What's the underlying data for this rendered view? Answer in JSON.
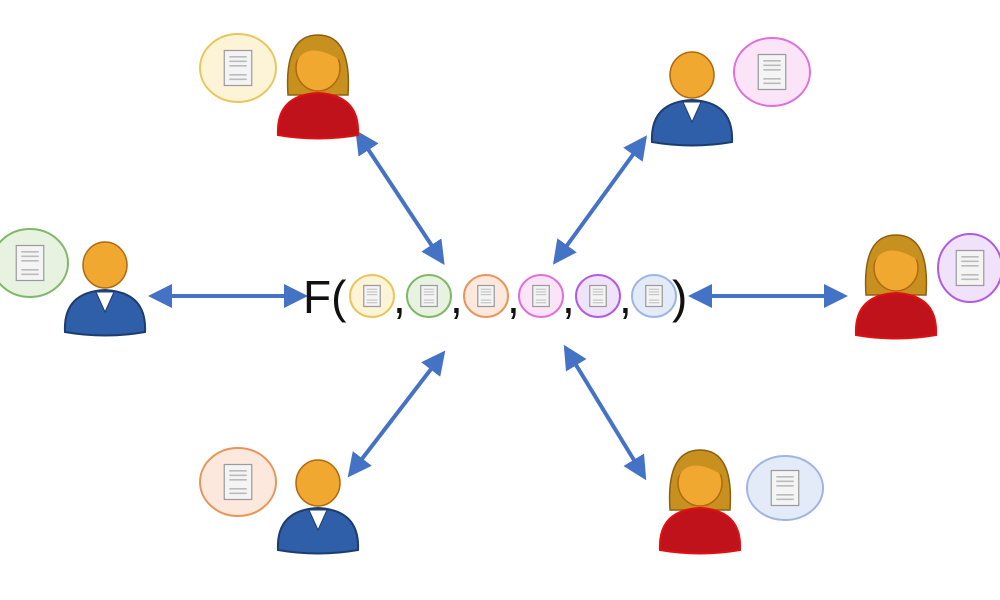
{
  "formula": {
    "function_label": "F(",
    "close_paren": ")",
    "separator": ",",
    "argument_colors": [
      "#e8c75a",
      "#7fb866",
      "#e8955a",
      "#e070d8",
      "#b05ae8",
      "#9fb4e4"
    ]
  },
  "participants": [
    {
      "id": "top-left",
      "gender": "female",
      "doc_color": "#e8c75a",
      "doc_fill": "#fdf3d6"
    },
    {
      "id": "top-right",
      "gender": "male",
      "doc_color": "#e070d8",
      "doc_fill": "#fbe3f8"
    },
    {
      "id": "left",
      "gender": "male",
      "doc_color": "#7fb866",
      "doc_fill": "#e7f3e0"
    },
    {
      "id": "right",
      "gender": "female",
      "doc_color": "#b05ae8",
      "doc_fill": "#f1e2fb"
    },
    {
      "id": "bottom-left",
      "gender": "male",
      "doc_color": "#e8955a",
      "doc_fill": "#fce8dc"
    },
    {
      "id": "bottom-right",
      "gender": "female",
      "doc_color": "#9fb4e4",
      "doc_fill": "#e4ebf8"
    }
  ],
  "colors": {
    "arrow": "#4472c4",
    "male_shirt": "#2f5fa8",
    "female_shirt": "#c0121a",
    "skin": "#f0a830",
    "hair": "#c8901e"
  }
}
